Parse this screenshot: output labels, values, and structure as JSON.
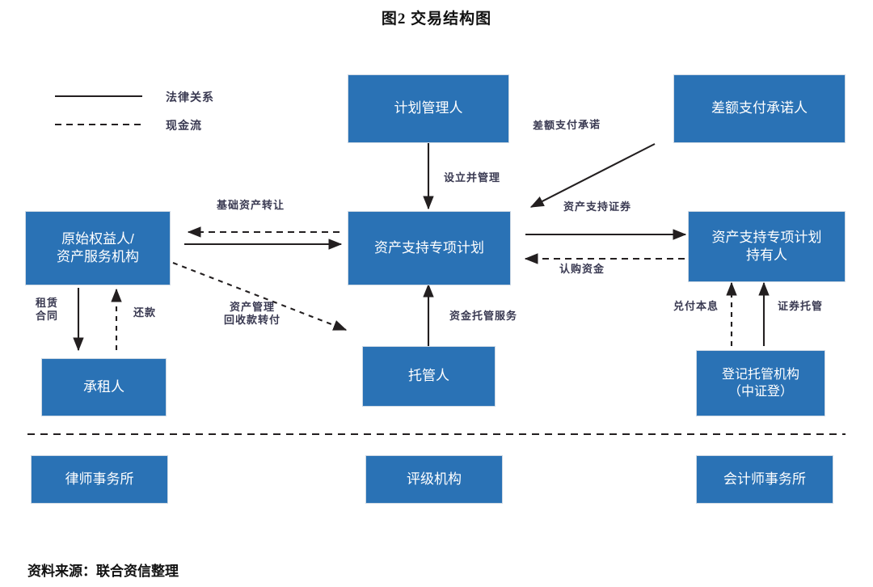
{
  "figure": {
    "title": "图2   交易结构图",
    "source": "资料来源：联合资信整理"
  },
  "legend": {
    "items": [
      {
        "style": "solid",
        "label": "法律关系"
      },
      {
        "style": "dashed",
        "label": "现金流"
      }
    ]
  },
  "colors": {
    "node_fill": "#2a72b5",
    "node_text": "#ffffff",
    "line": "#231f20",
    "label_text": "#3a3a52"
  },
  "nodes": {
    "plan_manager": "计划管理人",
    "difference_payer": "差额支付承诺人",
    "originator": "原始权益人/\n资产服务机构",
    "special_plan": "资产支持专项计划",
    "plan_holder": "资产支持专项计划\n持有人",
    "lessee": "承租人",
    "custodian": "托管人",
    "registrar": "登记托管机构\n（中证登）",
    "law_firm": "律师事务所",
    "rating_agency": "评级机构",
    "accounting_firm": "会计师事务所"
  },
  "edges": {
    "asset_transfer": "基础资产转让",
    "establish_manage": "设立并管理",
    "difference_payment": "差额支付承诺",
    "abs_securities": "资产支持证券",
    "subscription_funds": "认购资金",
    "lease_contract": "租赁\n合同",
    "repayment": "还款",
    "asset_management": "资产管理\n回收款转付",
    "fund_custody_service": "资金托管服务",
    "pay_principal_interest": "兑付本息",
    "securities_custody": "证券托管"
  }
}
